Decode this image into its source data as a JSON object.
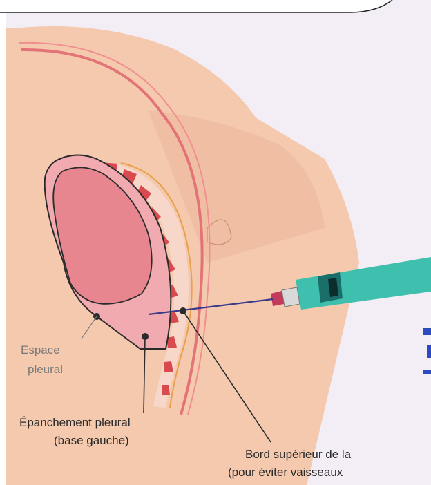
{
  "diagram": {
    "labels": {
      "espace_pleural_line1": "Espace",
      "espace_pleural_line2": "pleural",
      "epanchement_line1": "Épanchement pleural",
      "epanchement_line2": "(base gauche)",
      "bord_line1": "Bord supérieur de la",
      "bord_line2": "(pour éviter vaisseaux"
    },
    "colors": {
      "background": "#f3eef6",
      "skin": "#f4c9ae",
      "skin_shadow": "#ecb79b",
      "lung": "#e7868f",
      "pleura_fill": "#f0aab0",
      "outline": "#2b2b2b",
      "rib": "#d94a4f",
      "rib_gap": "#f6d7c9",
      "muscle_line": "#e37377",
      "needle": "#3a3a8a",
      "syringe_body": "#3fbfae",
      "syringe_dark": "#1a6f6a",
      "blue_marks": "#2a4cc0"
    }
  }
}
